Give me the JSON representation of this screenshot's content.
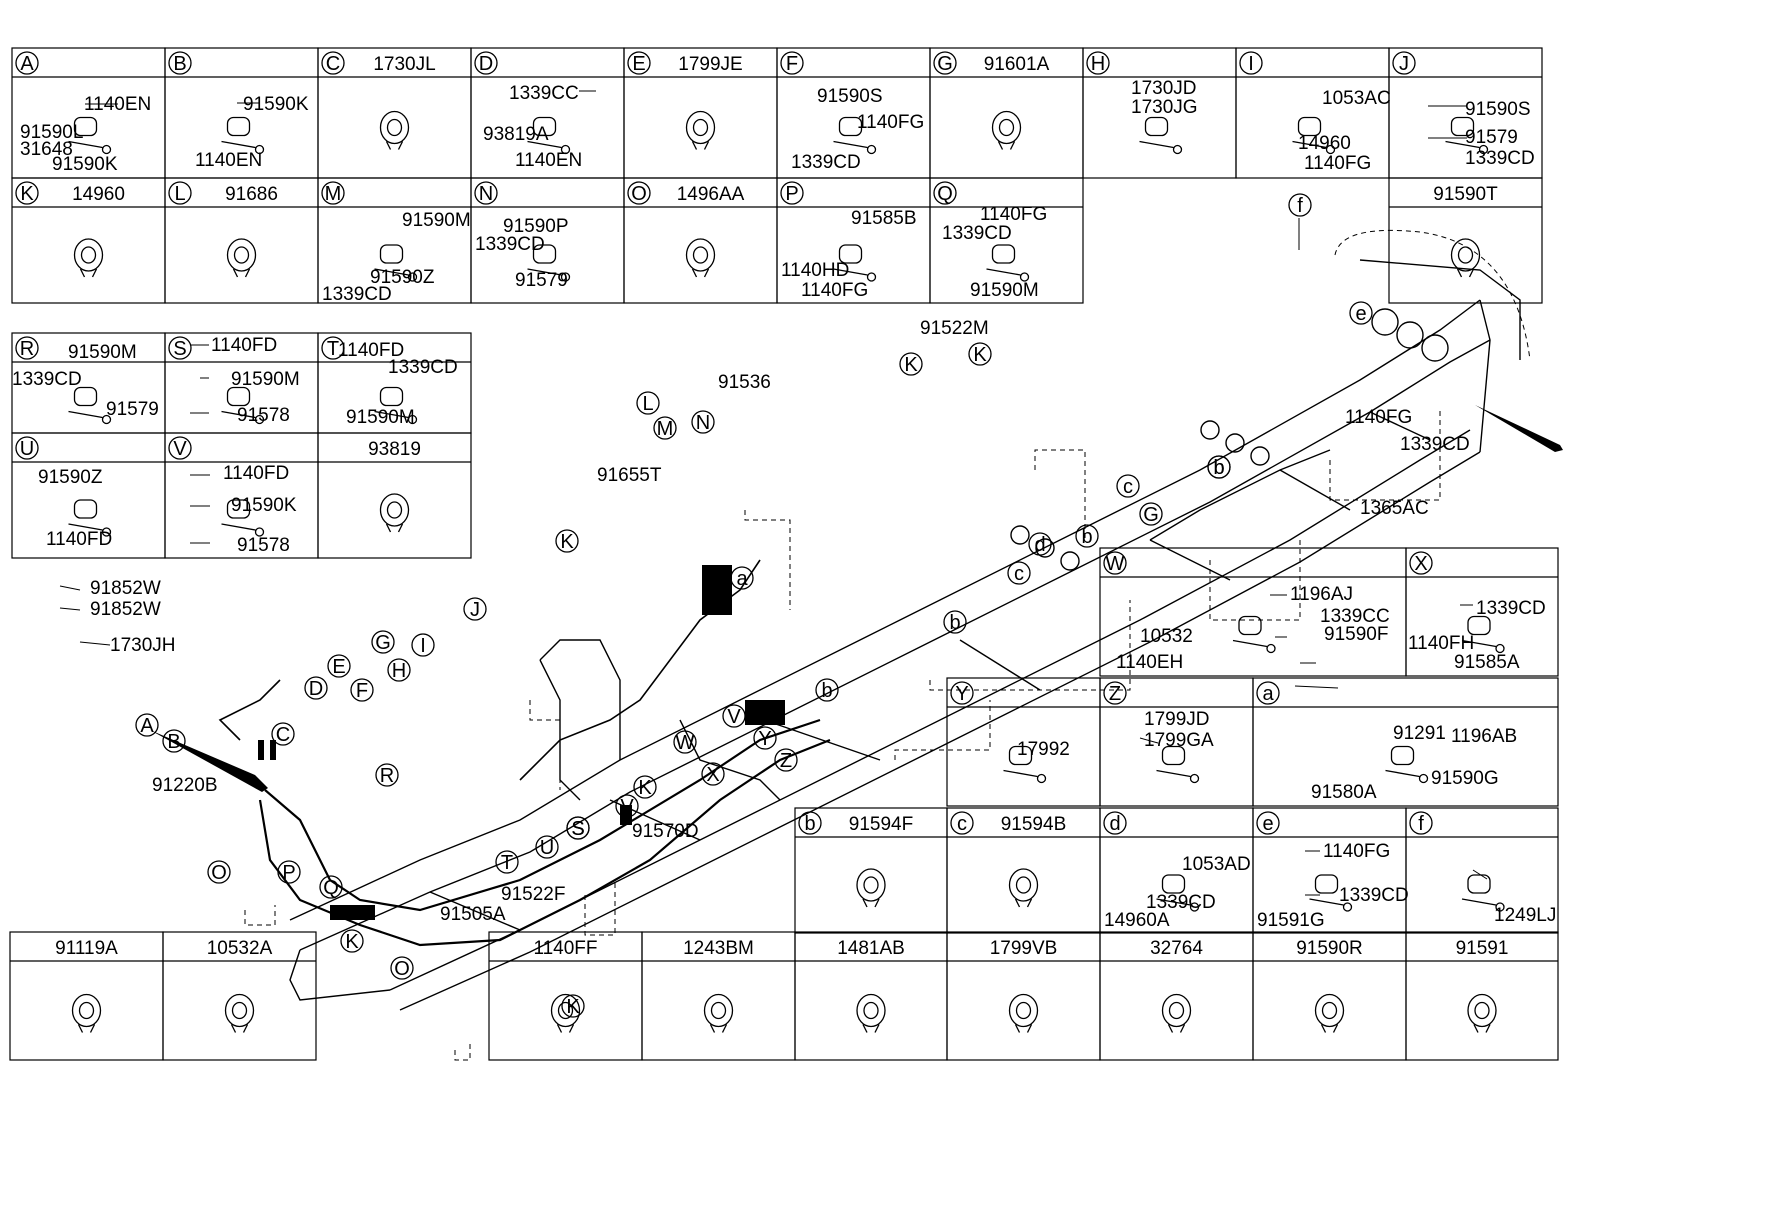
{
  "cells": [
    {
      "id": "A",
      "title": "",
      "parts": [
        "1140EN",
        "91590L",
        "31648",
        "91590K"
      ]
    },
    {
      "id": "B",
      "title": "",
      "parts": [
        "91590K",
        "1140EN"
      ]
    },
    {
      "id": "C",
      "title": "1730JL",
      "parts": []
    },
    {
      "id": "D",
      "title": "",
      "parts": [
        "1339CC",
        "93819A",
        "1140EN"
      ]
    },
    {
      "id": "E",
      "title": "1799JE",
      "parts": []
    },
    {
      "id": "F",
      "title": "",
      "parts": [
        "91590S",
        "1140FG",
        "1339CD"
      ]
    },
    {
      "id": "G",
      "title": "91601A",
      "parts": []
    },
    {
      "id": "H",
      "title": "",
      "parts": [
        "1730JD",
        "1730JG"
      ]
    },
    {
      "id": "I",
      "title": "",
      "parts": [
        "1053AC",
        "14960",
        "1140FG"
      ]
    },
    {
      "id": "J",
      "title": "",
      "parts": [
        "91590S",
        "91579",
        "1339CD"
      ]
    },
    {
      "id": "K",
      "title": "14960",
      "parts": []
    },
    {
      "id": "L",
      "title": "91686",
      "parts": []
    },
    {
      "id": "M",
      "title": "",
      "parts": [
        "91590M",
        "91590Z",
        "1339CD"
      ]
    },
    {
      "id": "N",
      "title": "",
      "parts": [
        "91590P",
        "1339CD",
        "91579"
      ]
    },
    {
      "id": "O",
      "title": "1496AA",
      "parts": []
    },
    {
      "id": "P",
      "title": "",
      "parts": [
        "91585B",
        "1140HD",
        "1140FG"
      ]
    },
    {
      "id": "Q",
      "title": "",
      "parts": [
        "1140FG",
        "1339CD",
        "91590M"
      ]
    },
    {
      "id": "T91590",
      "title": "91590T",
      "parts": []
    },
    {
      "id": "R",
      "title": "",
      "parts": [
        "91590M",
        "1339CD",
        "91579"
      ]
    },
    {
      "id": "S",
      "title": "",
      "parts": [
        "1140FD",
        "91590M",
        "91578"
      ]
    },
    {
      "id": "T",
      "title": "",
      "parts": [
        "1140FD",
        "1339CD",
        "91590M"
      ]
    },
    {
      "id": "U",
      "title": "",
      "parts": [
        "91590Z",
        "1140FD"
      ]
    },
    {
      "id": "V",
      "title": "",
      "parts": [
        "1140FD",
        "91590K",
        "91578"
      ]
    },
    {
      "id": "U93819",
      "title": "93819",
      "parts": []
    },
    {
      "id": "W",
      "title": "",
      "parts": [
        "1196AJ",
        "1339CC",
        "10532",
        "91590F",
        "1140EH"
      ]
    },
    {
      "id": "X",
      "title": "",
      "parts": [
        "1339CD",
        "1140FH",
        "91585A"
      ]
    },
    {
      "id": "Y",
      "title": "",
      "parts": [
        "17992"
      ]
    },
    {
      "id": "Z",
      "title": "",
      "parts": [
        "1799JD",
        "1799GA"
      ]
    },
    {
      "id": "a",
      "title": "",
      "parts": [
        "91291",
        "1196AB",
        "91590G",
        "91580A"
      ]
    },
    {
      "id": "b",
      "title": "91594F",
      "parts": []
    },
    {
      "id": "c",
      "title": "91594B",
      "parts": []
    },
    {
      "id": "d",
      "title": "",
      "parts": [
        "1053AD",
        "1339CD",
        "14960A"
      ]
    },
    {
      "id": "e",
      "title": "",
      "parts": [
        "1140FG",
        "1339CD",
        "91591G"
      ]
    },
    {
      "id": "f",
      "title": "",
      "parts": [
        "1249LJ"
      ]
    },
    {
      "id": "n1",
      "title": "91119A",
      "parts": []
    },
    {
      "id": "n2",
      "title": "10532A",
      "parts": []
    },
    {
      "id": "n3",
      "title": "1140FF",
      "parts": []
    },
    {
      "id": "n4",
      "title": "1243BM",
      "parts": []
    },
    {
      "id": "n5",
      "title": "1481AB",
      "parts": []
    },
    {
      "id": "n6",
      "title": "1799VB",
      "parts": []
    },
    {
      "id": "n7",
      "title": "32764",
      "parts": []
    },
    {
      "id": "n8",
      "title": "91590R",
      "parts": []
    },
    {
      "id": "n9",
      "title": "91591",
      "parts": []
    }
  ],
  "main_parts": [
    "91852W",
    "91852W",
    "1730JH",
    "91220B",
    "91655T",
    "91536",
    "91522M",
    "1140FG",
    "1339CD",
    "1365AC",
    "91570D",
    "91522F",
    "91505A"
  ],
  "callouts": [
    "A",
    "B",
    "C",
    "D",
    "E",
    "F",
    "G",
    "H",
    "I",
    "J",
    "K",
    "K",
    "K",
    "K",
    "K",
    "K",
    "L",
    "M",
    "N",
    "O",
    "O",
    "P",
    "Q",
    "R",
    "S",
    "S",
    "T",
    "U",
    "V",
    "V",
    "W",
    "X",
    "Y",
    "Z",
    "a",
    "b",
    "b",
    "b",
    "b",
    "b",
    "c",
    "c",
    "d",
    "e",
    "f",
    "G"
  ]
}
